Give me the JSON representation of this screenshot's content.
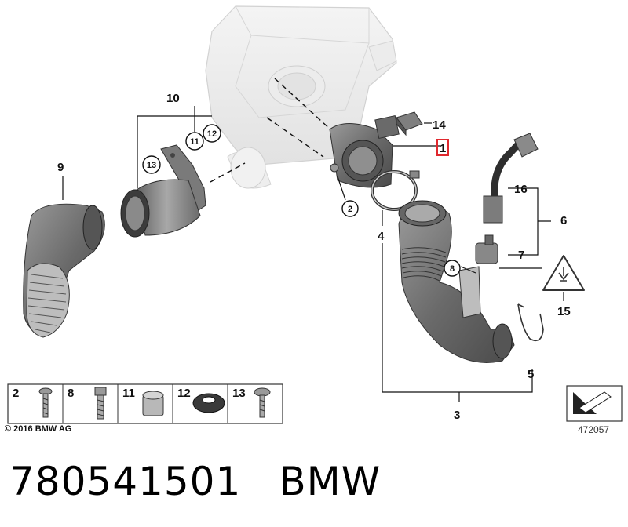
{
  "diagram": {
    "callouts": {
      "c1": "1",
      "c2": "2",
      "c3": "3",
      "c4": "4",
      "c5": "5",
      "c6": "6",
      "c7": "7",
      "c8": "8",
      "c9": "9",
      "c10": "10",
      "c11": "11",
      "c12": "12",
      "c13": "13",
      "c14": "14",
      "c15": "15",
      "c16": "16"
    },
    "legend": [
      "2",
      "8",
      "11",
      "12",
      "13"
    ],
    "copyright": "© 2016 BMW AG",
    "diagram_id": "472057",
    "highlight_color": "#e0282e"
  },
  "footer": {
    "part_number": "780541501",
    "brand": "BMW"
  }
}
